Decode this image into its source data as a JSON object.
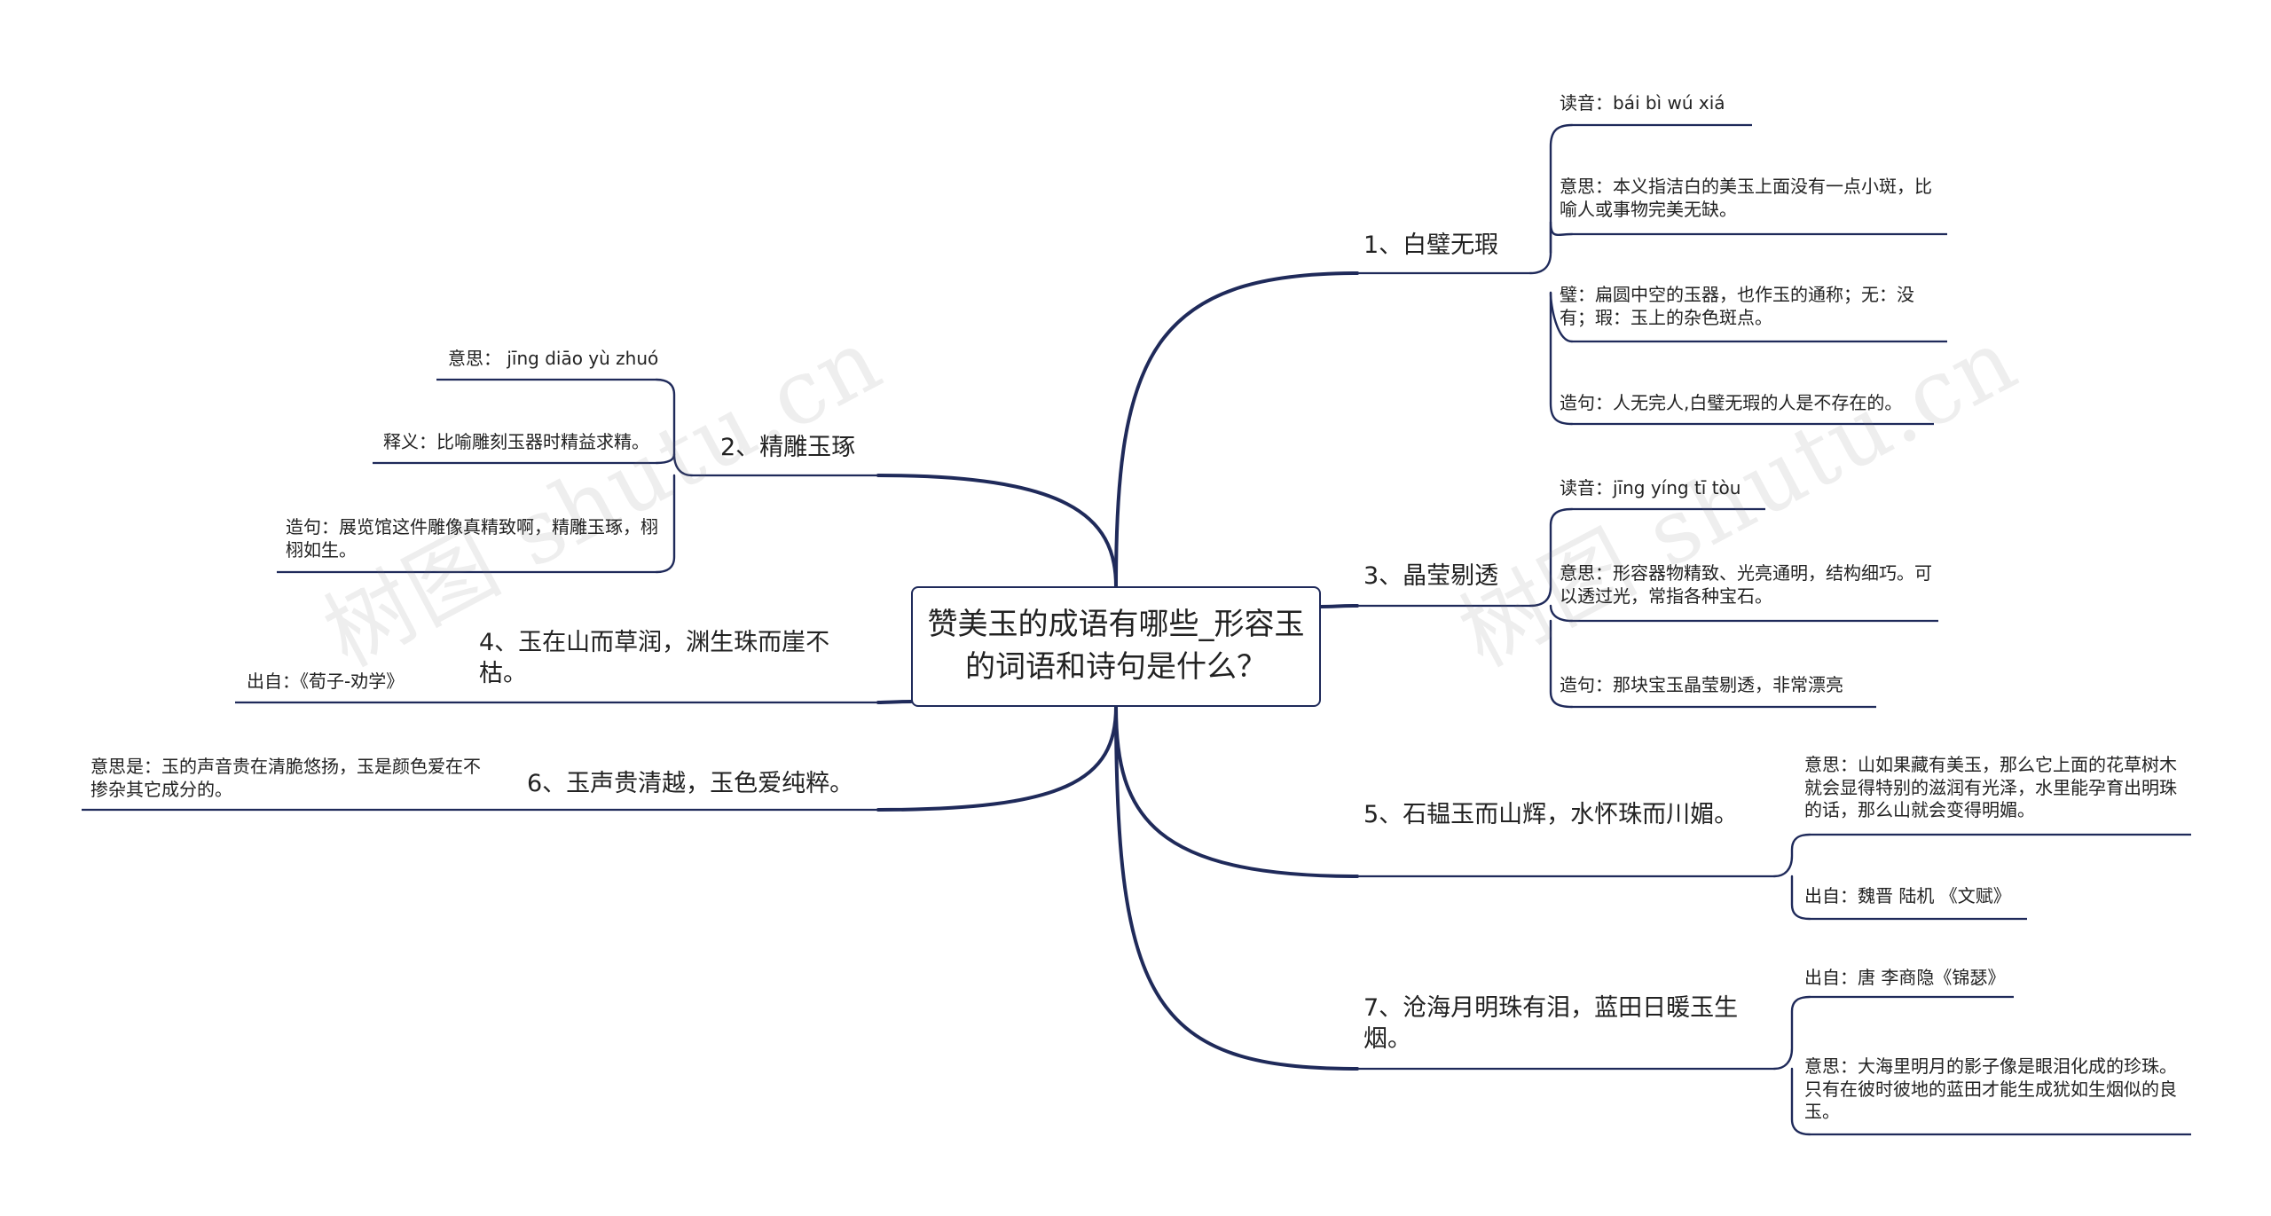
{
  "root": {
    "title": "赞美玉的成语有哪些_形容玉的词语和诗句是什么？"
  },
  "watermark": "树图 shutu.cn",
  "branches": {
    "b1": {
      "title": "1、白璧无瑕",
      "leaves": [
        "读音：bái bì wú xiá",
        "意思：本义指洁白的美玉上面没有一点小斑，比喻人或事物完美无缺。",
        "璧：扁圆中空的玉器，也作玉的通称；无：没有；瑕：玉上的杂色斑点。",
        "造句：人无完人,白璧无瑕的人是不存在的。"
      ]
    },
    "b3": {
      "title": "3、晶莹剔透",
      "leaves": [
        "读音：jīng yíng tī tòu",
        "意思：形容器物精致、光亮通明，结构细巧。可以透过光，常指各种宝石。",
        "造句：那块宝玉晶莹剔透，非常漂亮"
      ]
    },
    "b5": {
      "title": "5、石韫玉而山辉，水怀珠而川媚。",
      "leaves": [
        "意思：山如果藏有美玉，那么它上面的花草树木就会显得特别的滋润有光泽，水里能孕育出明珠的话，那么山就会变得明媚。",
        "出自：魏晋 陆机 《文赋》"
      ]
    },
    "b7": {
      "title": "7、沧海月明珠有泪，蓝田日暖玉生烟。",
      "leaves": [
        "出自：唐 李商隐《锦瑟》",
        "意思：大海里明月的影子像是眼泪化成的珍珠。只有在彼时彼地的蓝田才能生成犹如生烟似的良玉。"
      ]
    },
    "b2": {
      "title": "2、精雕玉琢",
      "leaves": [
        "意思： jīng diāo yù zhuó",
        "释义：比喻雕刻玉器时精益求精。",
        "造句：展览馆这件雕像真精致啊，精雕玉琢，栩栩如生。"
      ]
    },
    "b4": {
      "title": "4、玉在山而草润，渊生珠而崖不枯。",
      "leaves": [
        "出自：《荀子-劝学》"
      ]
    },
    "b6": {
      "title": "6、玉声贵清越，玉色爱纯粹。",
      "leaves": [
        "意思是：玉的声音贵在清脆悠扬，玉是颜色爱在不掺杂其它成分的。"
      ]
    }
  }
}
